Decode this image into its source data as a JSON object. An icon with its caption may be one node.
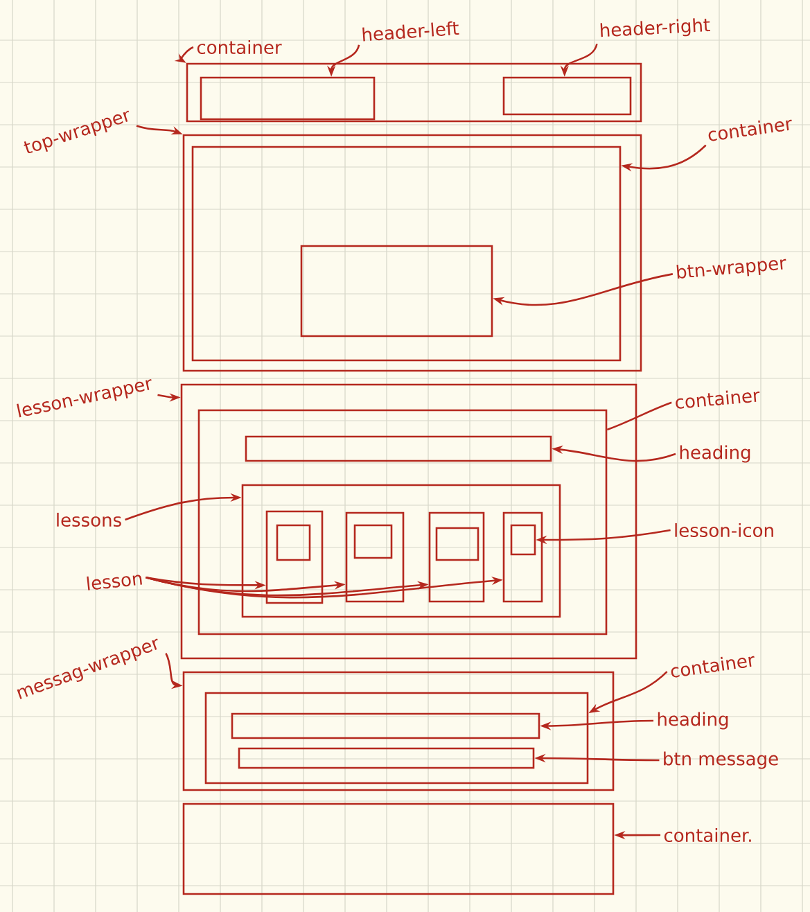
{
  "diagram": {
    "nodes": [
      {
        "text": [
          "container"
        ]
      },
      {
        "text": [
          "header-left"
        ]
      },
      {
        "text": [
          "header-right"
        ]
      },
      {
        "text": [],
        "shape": "box"
      },
      {
        "text": [],
        "shape": "box",
        "in": 3
      },
      {
        "text": [],
        "shape": "box",
        "in": 3
      },
      {
        "text": [
          "top-wrapper"
        ]
      },
      {
        "text": [
          "container"
        ]
      },
      {
        "text": [],
        "shape": "box"
      },
      {
        "text": [],
        "shape": "box",
        "in": 8
      },
      {
        "text": [],
        "shape": "box",
        "in": 9
      },
      {
        "text": [
          "btn-wrapper"
        ]
      },
      {
        "text": [
          "lesson-wrapper"
        ]
      },
      {
        "text": [
          "container"
        ]
      },
      {
        "text": [
          "heading"
        ]
      },
      {
        "text": [],
        "shape": "box"
      },
      {
        "text": [],
        "shape": "box",
        "in": 15
      },
      {
        "text": [],
        "shape": "box",
        "in": 16
      },
      {
        "text": [],
        "shape": "box",
        "in": 16
      },
      {
        "text": [],
        "shape": "box",
        "in": 18
      },
      {
        "text": [],
        "shape": "box",
        "in": 19
      },
      {
        "text": [],
        "shape": "box",
        "in": 18
      },
      {
        "text": [],
        "shape": "box",
        "in": 21
      },
      {
        "text": [],
        "shape": "box",
        "in": 18
      },
      {
        "text": [],
        "shape": "box",
        "in": 23
      },
      {
        "text": [],
        "shape": "box",
        "in": 18
      },
      {
        "text": [],
        "shape": "box",
        "in": 25
      },
      {
        "text": [
          "lessons"
        ]
      },
      {
        "text": [
          "lesson-icon"
        ]
      },
      {
        "text": [
          "lesson"
        ]
      },
      {
        "text": [
          "messag-wrapper"
        ]
      },
      {
        "text": [
          "container"
        ]
      },
      {
        "text": [
          "heading"
        ]
      },
      {
        "text": [
          "btn message"
        ]
      },
      {
        "text": [],
        "shape": "box"
      },
      {
        "text": [],
        "shape": "box",
        "in": 34
      },
      {
        "text": [],
        "shape": "box",
        "in": 35
      },
      {
        "text": [],
        "shape": "box",
        "in": 35
      },
      {
        "text": [
          "container."
        ]
      },
      {
        "text": [],
        "shape": "box"
      }
    ],
    "edges": [
      {
        "from": 0,
        "to": 3,
        "arrow": "to"
      },
      {
        "from": 1,
        "to": 4,
        "arrow": "to"
      },
      {
        "from": 2,
        "to": 5,
        "arrow": "to"
      },
      {
        "from": 6,
        "to": 8,
        "arrow": "to"
      },
      {
        "from": 7,
        "to": 9,
        "arrow": "to"
      },
      {
        "from": 11,
        "to": 10,
        "arrow": "to"
      },
      {
        "from": 12,
        "to": 15,
        "arrow": "to"
      },
      {
        "from": 13,
        "to": 16,
        "arrow": "none"
      },
      {
        "from": 14,
        "to": 17,
        "arrow": "to"
      },
      {
        "from": 27,
        "to": 18,
        "arrow": "to"
      },
      {
        "from": 28,
        "to": 26,
        "arrow": "to"
      },
      {
        "from": 29,
        "to": 19,
        "arrow": "to"
      },
      {
        "from": 29,
        "to": 21,
        "arrow": "to"
      },
      {
        "from": 29,
        "to": 23,
        "arrow": "to"
      },
      {
        "from": 29,
        "to": 25,
        "arrow": "to"
      },
      {
        "from": 30,
        "to": 34,
        "arrow": "to"
      },
      {
        "from": 31,
        "to": 35,
        "arrow": "to"
      },
      {
        "from": 32,
        "to": 36,
        "arrow": "to"
      },
      {
        "from": 33,
        "to": 37,
        "arrow": "to"
      },
      {
        "from": 38,
        "to": 39,
        "arrow": "to"
      }
    ]
  }
}
